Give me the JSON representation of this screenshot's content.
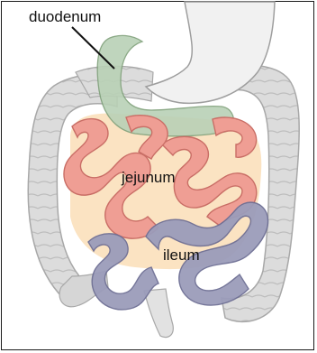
{
  "labels": {
    "duodenum": "duodenum",
    "jejunum": "jejunum",
    "ileum": "ileum"
  },
  "colors": {
    "colon": "#dcdcdc",
    "colon_outline": "#a8a8a8",
    "stomach": "#f1f1f1",
    "duodenum": "#b9d1b6",
    "jejunum": "#ef9e94",
    "ileum": "#9b9cba",
    "mesentery": "#fbe3c2",
    "leader_line": "#111111"
  }
}
